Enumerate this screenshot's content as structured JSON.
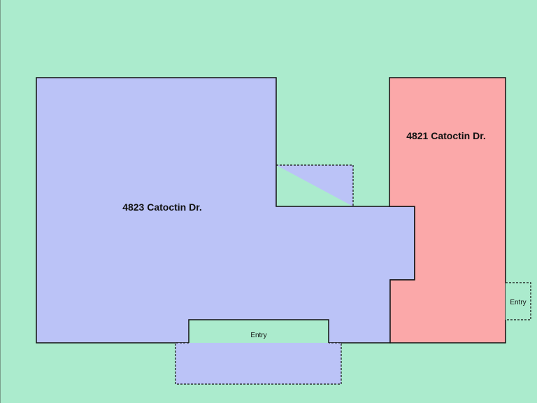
{
  "colors": {
    "background": "#abebcd",
    "lot_4823": "#bbc3f7",
    "lot_4821": "#fba8a9",
    "outline": "#111111"
  },
  "lots": {
    "lot_4823": {
      "label": "4823 Catoctin Dr."
    },
    "lot_4821": {
      "label": "4821 Catoctin Dr."
    }
  },
  "entries": {
    "front": {
      "label": "Entry"
    },
    "side": {
      "label": "Entry"
    }
  }
}
